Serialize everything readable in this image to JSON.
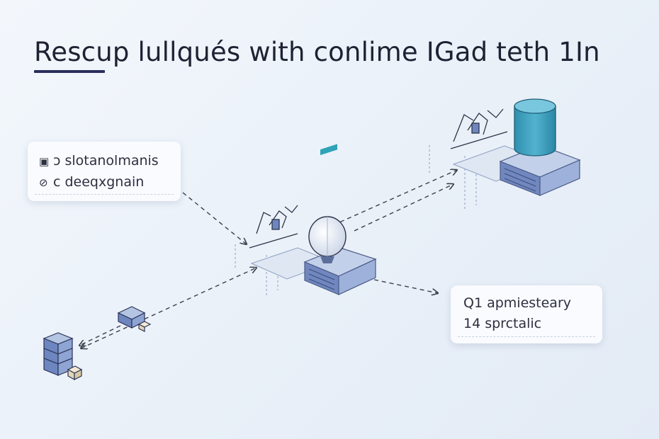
{
  "title": "Rescup lullqués with conlime IGad teth 1In",
  "note_left": {
    "line1_glyph": "▣",
    "line1": "ɔ slotanolmanis",
    "line2_glyph": "⊘",
    "line2": "c deeqxgnain"
  },
  "note_right": {
    "line1": "Q1 apmiesteary",
    "line2": "14 sprctalic"
  },
  "colors": {
    "background": "#eef3f9",
    "title_underline": "#2a2e5c",
    "server_blue": "#8fa6cf",
    "server_front": "#5d76b0",
    "cylinder_teal": "#3fa1bd",
    "arrow_dash": "#3a3f4c"
  },
  "icons": [
    "storage-stack-icon",
    "small-cube-icon",
    "gateway-server-icon",
    "satellite-dish-icon",
    "database-server-icon",
    "database-cylinder-icon"
  ]
}
